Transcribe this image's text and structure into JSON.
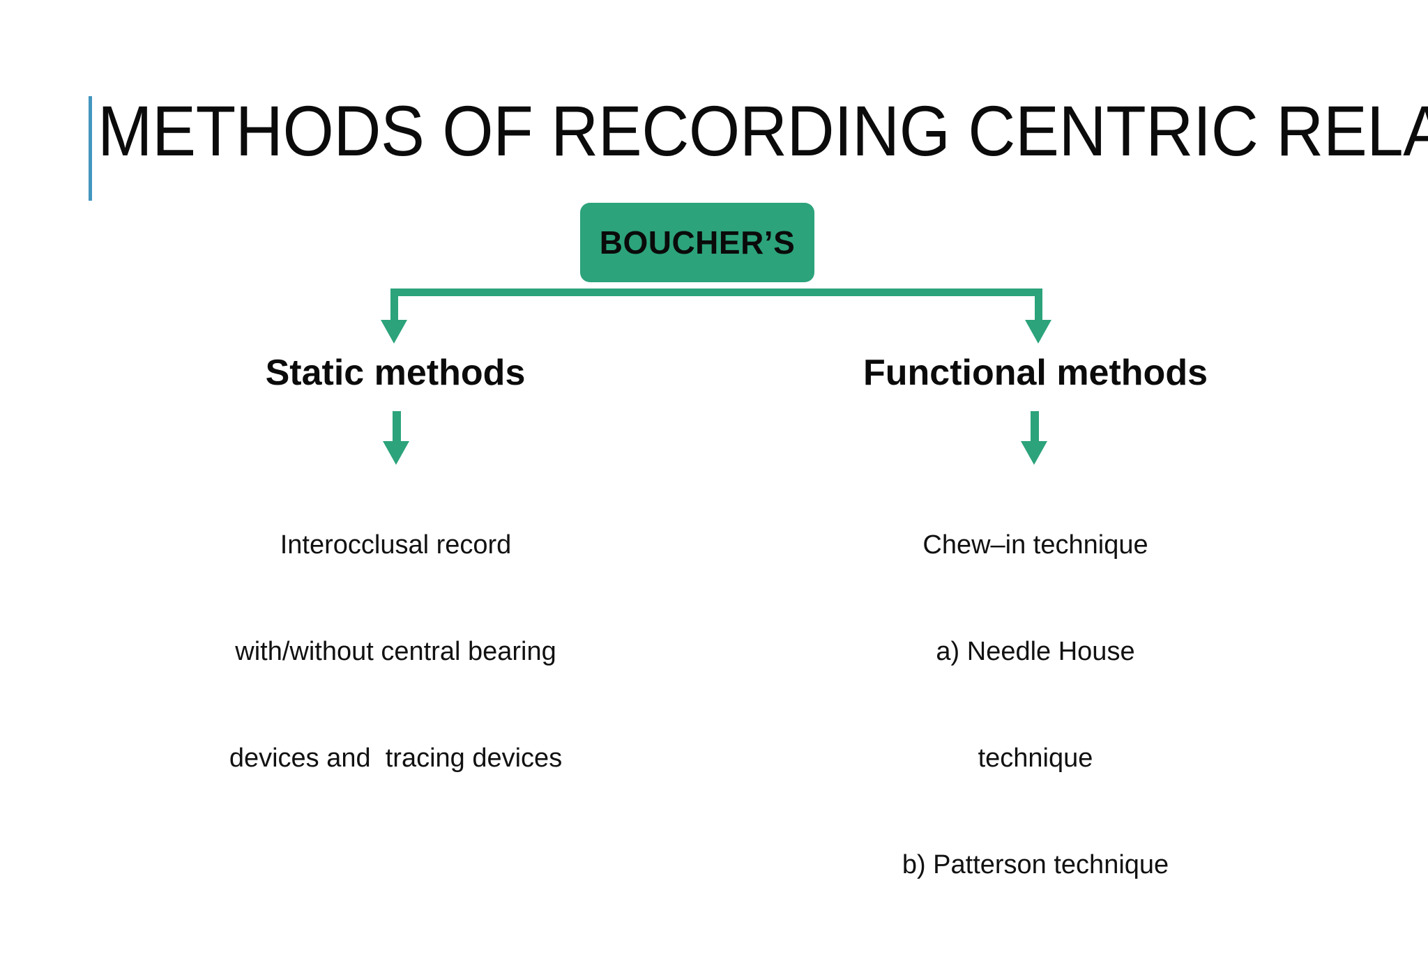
{
  "slide": {
    "background_color": "#ffffff",
    "accent_color_title_bar": "#4396BF",
    "accent_color_flow": "#2CA37B",
    "text_color": "#0b0b0b"
  },
  "header": {
    "title": "METHODS OF RECORDING CENTRIC RELATION"
  },
  "diagram": {
    "root": {
      "label": "BOUCHER’S",
      "fill_color": "#2CA37B",
      "text_color": "#0a0a0a"
    },
    "branches": [
      {
        "id": "static",
        "heading": "Static methods",
        "body_lines": [
          "Interocclusal record",
          "with/without central bearing",
          "devices and  tracing devices"
        ]
      },
      {
        "id": "functional",
        "heading": "Functional methods",
        "body_lines": [
          "Chew–in technique",
          "a) Needle House",
          "technique",
          "b) Patterson technique"
        ]
      }
    ]
  }
}
